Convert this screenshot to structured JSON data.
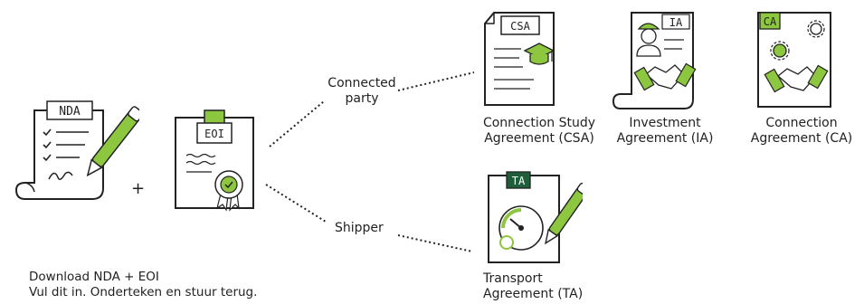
{
  "colors": {
    "accent": "#8dc63f",
    "ink": "#222222",
    "dark_green": "#1f5e3a",
    "paper": "#ffffff"
  },
  "documents": {
    "nda": {
      "tag": "NDA",
      "icon": "document-checklist-pen-icon"
    },
    "eoi": {
      "tag": "EOI",
      "icon": "document-seal-icon"
    },
    "csa": {
      "tag": "CSA",
      "icon": "document-graduation-cap-icon",
      "label": "Connection Study Agreement (CSA)",
      "label_line1": "Connection Study",
      "label_line2": "Agreement (CSA)"
    },
    "ia": {
      "tag": "IA",
      "icon": "document-worker-handshake-icon",
      "label": "Investment Agreement (IA)",
      "label_line1": "Investment",
      "label_line2": "Agreement (IA)"
    },
    "ca": {
      "tag": "CA",
      "icon": "document-gears-handshake-icon",
      "label": "Connection Agreement (CA)",
      "label_line1": "Connection",
      "label_line2": "Agreement (CA)"
    },
    "ta": {
      "tag": "TA",
      "icon": "document-gauge-pen-icon",
      "label": "Transport Agreement (TA)",
      "label_line1": "Transport",
      "label_line2": "Agreement (TA)"
    }
  },
  "plus": "+",
  "paths": {
    "connected_party": {
      "line1": "Connected",
      "line2": "party"
    },
    "shipper": "Shipper"
  },
  "instructions": {
    "line1": "Download NDA + EOI",
    "line2": "Vul dit in. Onderteken en stuur terug."
  }
}
